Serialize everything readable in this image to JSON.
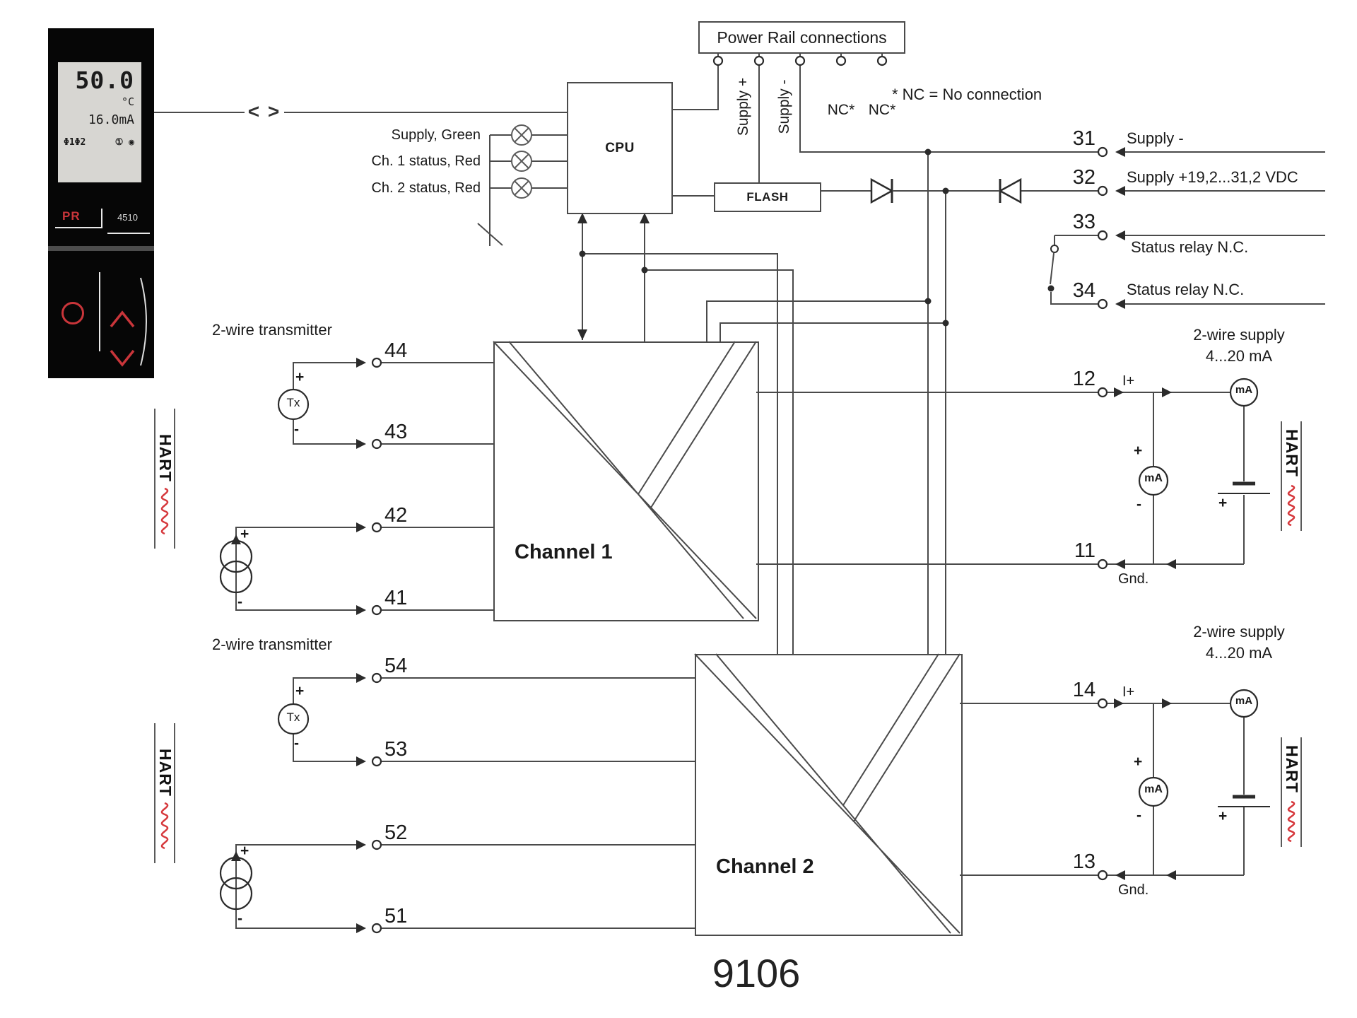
{
  "colors": {
    "accent_red": "#c9353a",
    "wire_gray": "#4a4a4a"
  },
  "device": {
    "brand": "PR",
    "model": "4510",
    "display_value": "50.0",
    "display_unit": "°C",
    "display_current": "16.0mA",
    "icons_channels": "Φ1Φ2",
    "icons_status": "① ◉"
  },
  "link_symbol": "< >",
  "power_rail": {
    "title": "Power Rail connections",
    "supply_plus": "Supply +",
    "supply_minus": "Supply -",
    "nc1": "NC*",
    "nc2": "NC*",
    "note": "* NC = No connection"
  },
  "cpu_label": "CPU",
  "flash_label": "FLASH",
  "leds": [
    {
      "label": "Supply, Green"
    },
    {
      "label": "Ch. 1 status, Red"
    },
    {
      "label": "Ch. 2 status, Red"
    }
  ],
  "terminals_right": {
    "t31": {
      "number": "31",
      "label": "Supply -"
    },
    "t32": {
      "number": "32",
      "label": "Supply +19,2...31,2 VDC"
    },
    "t33": {
      "number": "33",
      "label": "Status relay N.C."
    },
    "t34": {
      "number": "34",
      "label": "Status relay N.C."
    }
  },
  "channel1": {
    "title": "Channel 1",
    "in_terminals": [
      "44",
      "43",
      "42",
      "41"
    ],
    "out_plus": {
      "number": "12",
      "label": "I+"
    },
    "out_gnd": {
      "number": "11",
      "label": "Gnd."
    }
  },
  "channel2": {
    "title": "Channel 2",
    "in_terminals": [
      "54",
      "53",
      "52",
      "51"
    ],
    "out_plus": {
      "number": "14",
      "label": "I+"
    },
    "out_gnd": {
      "number": "13",
      "label": "Gnd."
    }
  },
  "transmitter": {
    "title": "2-wire transmitter",
    "symbol": "Tx",
    "plus": "+",
    "minus": "-"
  },
  "current_source": {
    "plus": "+",
    "minus": "-"
  },
  "supply_loop": {
    "title": "2-wire supply",
    "range": "4...20 mA",
    "meter": "mA",
    "battery_plus": "+",
    "branch_plus": "+",
    "branch_minus": "-"
  },
  "hart_label": "HART",
  "product_number": "9106"
}
